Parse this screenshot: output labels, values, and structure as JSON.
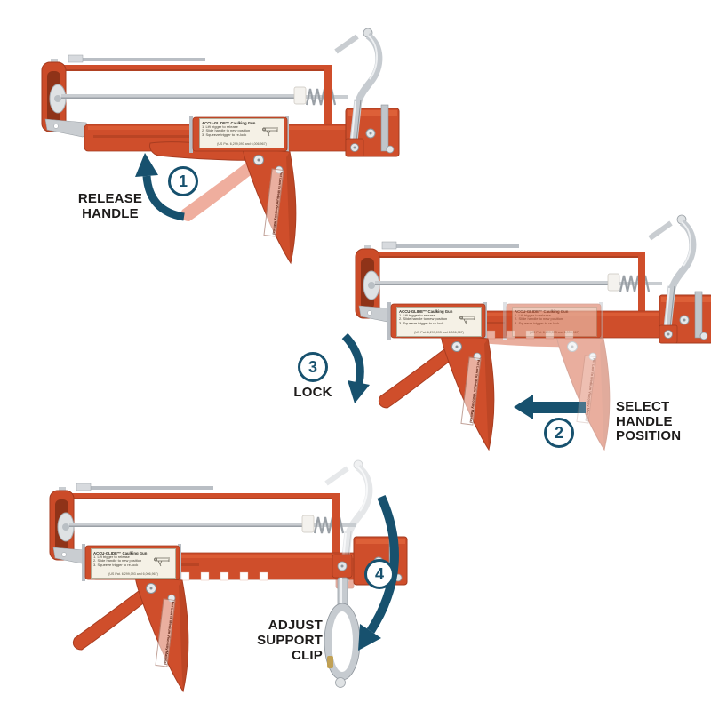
{
  "page": {
    "background": "#ffffff"
  },
  "colors": {
    "accent_navy": "#17516e",
    "gun_orange": "#cf4e2b",
    "gun_orange_dark": "#a83c20",
    "ghost_pink": "#efae9e",
    "metal_grey": "#c6cbd0",
    "label_cream": "#f5f1e6",
    "text_black": "#1d1b1a"
  },
  "steps": [
    {
      "number": "1",
      "lines": [
        "RELEASE",
        "HANDLE"
      ]
    },
    {
      "number": "2",
      "lines": [
        "SELECT",
        "HANDLE",
        "POSITION"
      ]
    },
    {
      "number": "3",
      "lines": [
        "LOCK"
      ]
    },
    {
      "number": "4",
      "lines": [
        "ADJUST",
        "SUPPORT",
        "CLIP"
      ]
    }
  ],
  "product_label": {
    "title": "ACCU-GLIDE™ Caulking Gun",
    "instructions": [
      "1. Lift trigger to release",
      "2. Slide handle to new position",
      "3. Squeeze trigger to re-lock"
    ],
    "patent": "(US Pat. 6,299,093 and 6,006,967)"
  },
  "handle_sticker": "For Low to Medium Viscosity Material"
}
